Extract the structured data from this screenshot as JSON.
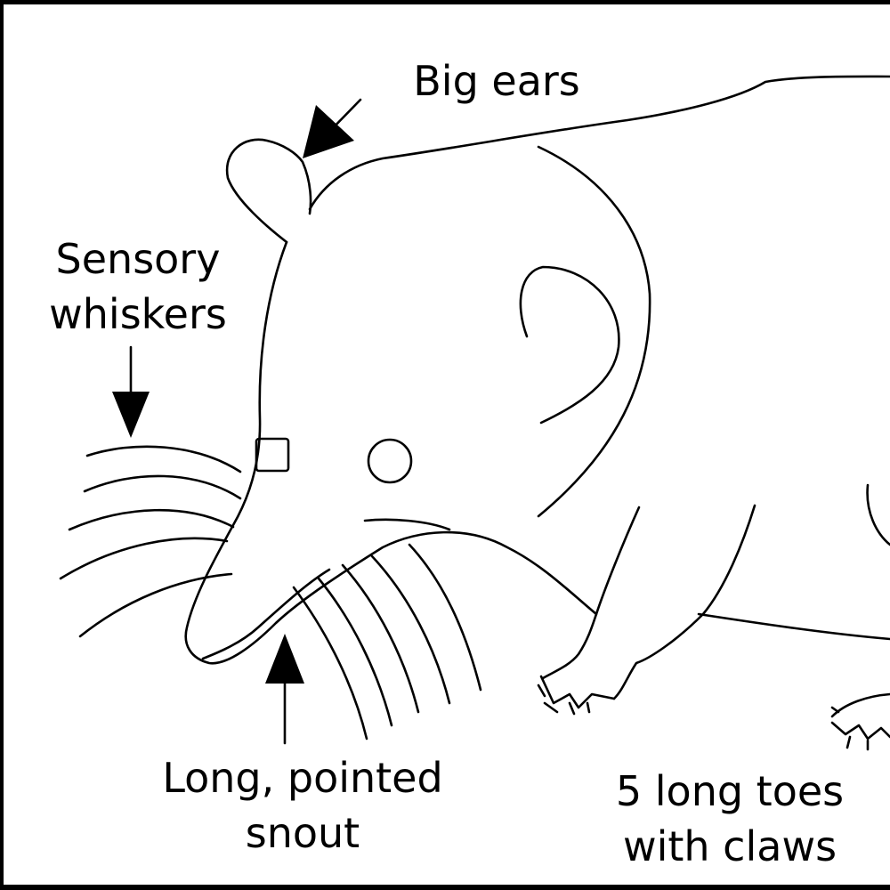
{
  "labels": {
    "big_ears": "Big ears",
    "sensory_whiskers": [
      "Sensory",
      "whiskers"
    ],
    "snout": [
      "Long, pointed",
      "snout"
    ],
    "toes": [
      "5 long toes",
      "with claws"
    ]
  },
  "colors": {
    "line": "#000000",
    "background": "#ffffff"
  }
}
